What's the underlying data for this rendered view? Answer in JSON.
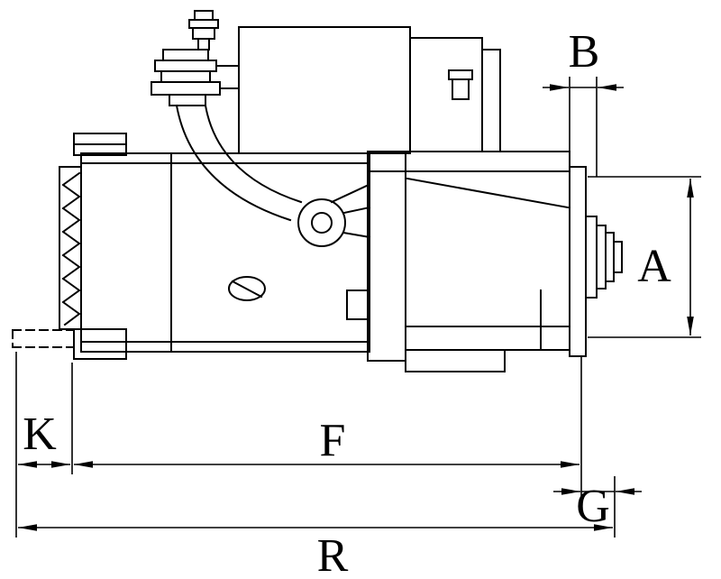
{
  "diagram": {
    "labels": {
      "a": "A",
      "b": "B",
      "f": "F",
      "g": "G",
      "k": "K",
      "r": "R"
    },
    "colors": {
      "line": "#000000",
      "background": "#ffffff"
    }
  }
}
